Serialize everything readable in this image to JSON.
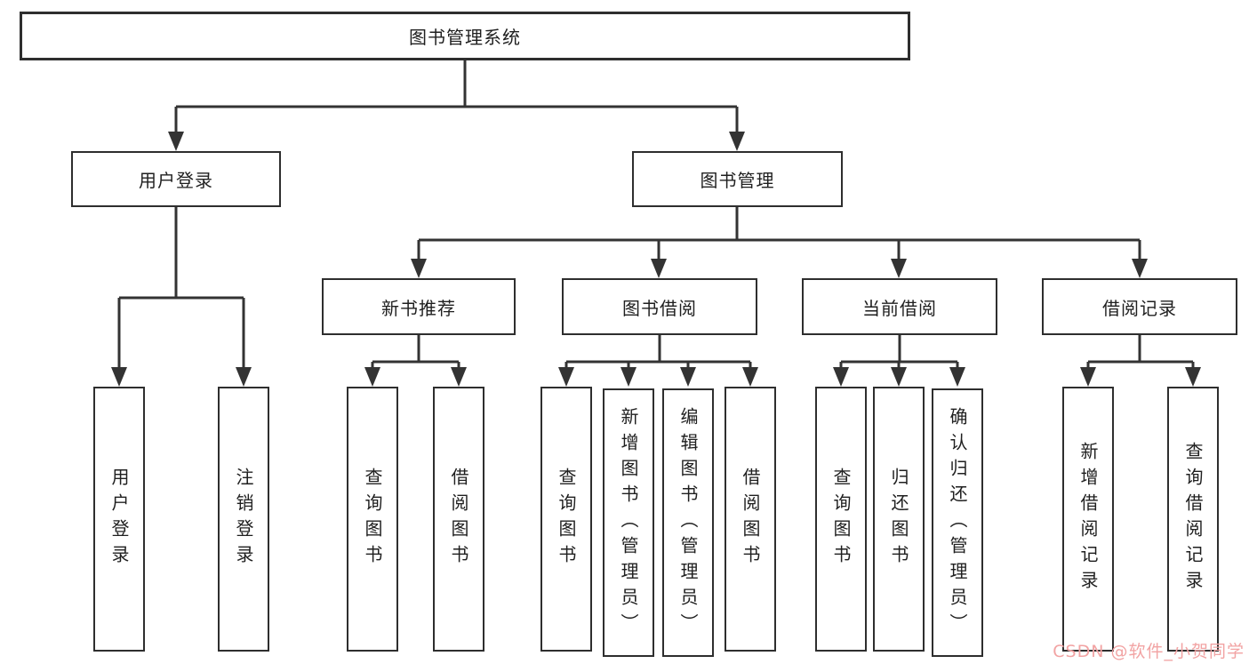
{
  "diagram": {
    "root": {
      "label": "图书管理系统"
    },
    "level2": [
      {
        "label": "用户登录"
      },
      {
        "label": "图书管理"
      }
    ],
    "level3": [
      {
        "label": "新书推荐"
      },
      {
        "label": "图书借阅"
      },
      {
        "label": "当前借阅"
      },
      {
        "label": "借阅记录"
      }
    ],
    "leaves": {
      "user_login": [
        "用户登录",
        "注销登录"
      ],
      "new_book": [
        "查询图书",
        "借阅图书"
      ],
      "book_borrow": [
        "查询图书",
        "新增图书（管理员）",
        "编辑图书（管理员）",
        "借阅图书"
      ],
      "current_borrow": [
        "查询图书",
        "归还图书",
        "确认归还（管理员）"
      ],
      "borrow_records": [
        "新增借阅记录",
        "查询借阅记录"
      ]
    }
  },
  "watermark": {
    "text": "CSDN @软件_小贺同学"
  },
  "colors": {
    "line": "#333333",
    "box_border": "#2e2e2e",
    "text": "#1f1f1f",
    "background": "#ffffff",
    "watermark": "#f2a3a3"
  }
}
